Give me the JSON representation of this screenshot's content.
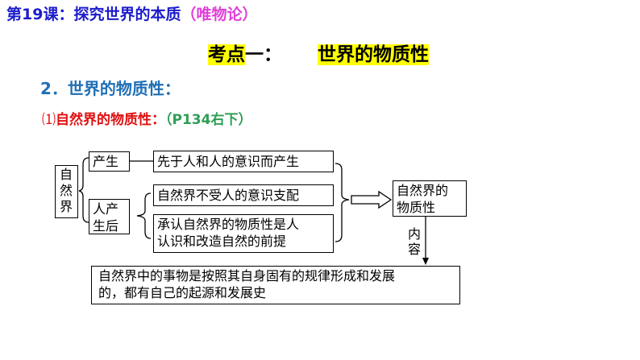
{
  "header": {
    "title": "第19课：探究世界的本质",
    "title_paren": "（唯物论）"
  },
  "kaodian": {
    "label_hl": "考点",
    "label_rest": "一：",
    "topic": "世界的物质性"
  },
  "section": {
    "heading": "2．世界的物质性："
  },
  "subsection": {
    "number": "⑴",
    "label": "自然界的物质性：",
    "page_ref": "（P134右下）"
  },
  "diagram": {
    "root": "自\n然\n界",
    "birth": "产生",
    "birth_desc": "先于人和人的意识而产生",
    "after_human": "人产\n生后",
    "after_desc_1": "自然界不受人的意识支配",
    "after_desc_2": "承认自然界的物质性是人\n认识和改造自然的前提",
    "conclusion": "自然界的\n物质性",
    "content_label": "内\n容",
    "content": "自然界中的事物是按照其自身固有的规律形成和发展\n的，都有自己的起源和发展史"
  }
}
